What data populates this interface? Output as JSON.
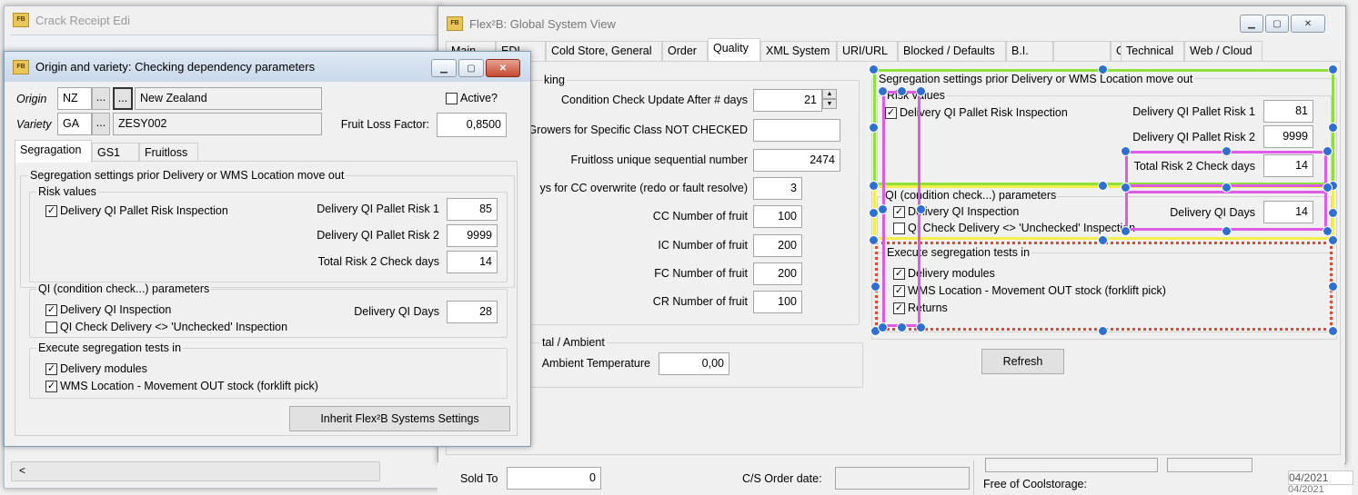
{
  "bg": {
    "win1_title": "Crack Receipt Edi",
    "scroll_left": "<",
    "bottom": {
      "sold_to_label": "Sold To",
      "sold_to_value": "0",
      "cs_order_date_label": "C/S Order date:",
      "free_coolstorage_label": "Free of Coolstorage:",
      "date1": "04/2021",
      "date2": "04/2021"
    }
  },
  "global": {
    "title": "Flex²B: Global System View",
    "tabs": [
      "Main",
      "EDI",
      "Cold Store, General",
      "Order",
      "Quality",
      "XML System",
      "URI/URL",
      "Blocked / Defaults",
      "B.I.",
      "",
      "Company",
      "Technical",
      "Web / Cloud"
    ],
    "left_group_title": "king",
    "fields": [
      {
        "label": "Condition Check Update After # days",
        "value": "21"
      },
      {
        "label": "Growers for Specific Class NOT CHECKED",
        "value": ""
      },
      {
        "label": "Fruitloss unique sequential number",
        "value": "2474"
      },
      {
        "label": "ys for CC overwrite (redo or fault resolve)",
        "value": "3"
      },
      {
        "label": "CC Number of fruit",
        "value": "100"
      },
      {
        "label": "IC Number of fruit",
        "value": "200"
      },
      {
        "label": "FC Number of fruit",
        "value": "200"
      },
      {
        "label": "CR Number of fruit",
        "value": "100"
      }
    ],
    "ambient_group_title": "tal / Ambient",
    "ambient_label": "Ambient Temperature",
    "ambient_value": "0,00",
    "seg_title": "Segregation settings prior Delivery or WMS Location move out",
    "risk_title": "Risk values",
    "risk_check": "Delivery QI Pallet Risk Inspection",
    "risk1_label": "Delivery QI Pallet Risk 1",
    "risk1_value": "81",
    "risk2_label": "Delivery QI Pallet Risk 2",
    "risk2_value": "9999",
    "total_label": "Total Risk 2 Check days",
    "total_value": "14",
    "qi_title": "QI (condition check...) parameters",
    "qi_check1": "Delivery QI Inspection",
    "qi_check2": "QI Check Delivery <> 'Unchecked' Inspection",
    "qi_days_label": "Delivery QI Days",
    "qi_days_value": "14",
    "exec_title": "Execute segregation tests in",
    "exec1": "Delivery modules",
    "exec2": "WMS Location - Movement OUT stock (forklift pick)",
    "exec3": "Returns",
    "refresh": "Refresh"
  },
  "origin": {
    "title": "Origin and variety: Checking dependency parameters",
    "origin_label": "Origin",
    "origin_code": "NZ",
    "origin_name": "New Zealand",
    "variety_label": "Variety",
    "variety_code": "GA",
    "variety_name": "ZESY002",
    "ellipsis": "...",
    "active_label": "Active?",
    "fruit_loss_label": "Fruit Loss Factor:",
    "fruit_loss_value": "0,8500",
    "tabs": [
      "Segragation",
      "GS1",
      "Fruitloss"
    ],
    "seg_title": "Segregation settings prior Delivery or WMS Location move out",
    "risk_title": "Risk values",
    "risk_check": "Delivery QI Pallet Risk Inspection",
    "risk1_label": "Delivery QI Pallet Risk 1",
    "risk1_value": "85",
    "risk2_label": "Delivery QI Pallet Risk 2",
    "risk2_value": "9999",
    "total_label": "Total Risk 2 Check days",
    "total_value": "14",
    "qi_title": "QI (condition check...) parameters",
    "qi_check1": "Delivery QI Inspection",
    "qi_check2": "QI Check Delivery <> 'Unchecked' Inspection",
    "qi_days_label": "Delivery QI Days",
    "qi_days_value": "28",
    "exec_title": "Execute segregation tests in",
    "exec1": "Delivery modules",
    "exec2": "WMS Location - Movement OUT stock (forklift pick)",
    "inherit": "Inherit Flex²B Systems Settings"
  },
  "overlay_colors": {
    "green": "#8fe03a",
    "yellow": "#f2ef4a",
    "magenta": "#e05ae8",
    "red": "#e0492f",
    "handle": "#2f6fd0"
  }
}
